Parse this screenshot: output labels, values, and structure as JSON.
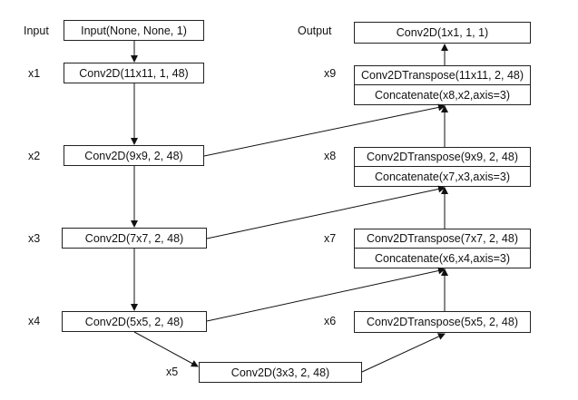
{
  "labels": {
    "input": "Input",
    "output": "Output",
    "x1": "x1",
    "x2": "x2",
    "x3": "x3",
    "x4": "x4",
    "x5": "x5",
    "x6": "x6",
    "x7": "x7",
    "x8": "x8",
    "x9": "x9"
  },
  "encoder": {
    "input": "Input(None, None, 1)",
    "x1": "Conv2D(11x11, 1, 48)",
    "x2": "Conv2D(9x9, 2, 48)",
    "x3": "Conv2D(7x7, 2, 48)",
    "x4": "Conv2D(5x5, 2, 48)",
    "x5": "Conv2D(3x3, 2, 48)"
  },
  "decoder": {
    "x6": "Conv2DTranspose(5x5, 2, 48)",
    "x7_top": "Conv2DTranspose(7x7, 2, 48)",
    "x7_bottom": "Concatenate(x6,x4,axis=3)",
    "x8_top": "Conv2DTranspose(9x9, 2, 48)",
    "x8_bottom": "Concatenate(x7,x3,axis=3)",
    "x9_top": "Conv2DTranspose(11x11, 2, 48)",
    "x9_bottom": "Concatenate(x8,x2,axis=3)",
    "output": "Conv2D(1x1, 1, 1)"
  }
}
